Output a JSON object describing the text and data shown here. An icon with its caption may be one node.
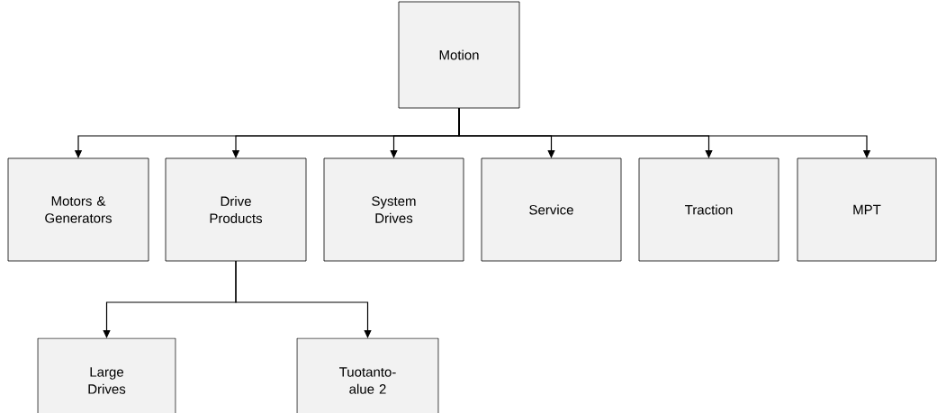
{
  "diagram": {
    "nodes": [
      {
        "text": [
          "Motion"
        ]
      },
      {
        "text": [
          "Motors & Generators"
        ]
      },
      {
        "text": [
          "Drive Products"
        ]
      },
      {
        "text": [
          "System Drives"
        ]
      },
      {
        "text": [
          "Service"
        ]
      },
      {
        "text": [
          "Traction"
        ]
      },
      {
        "text": [
          "MPT"
        ]
      },
      {
        "text": [
          "Large Drives"
        ]
      },
      {
        "text": [
          "Tuotanto-alue 2"
        ]
      }
    ],
    "edges": [
      {
        "from": 0,
        "to": 1,
        "arrow": "to"
      },
      {
        "from": 0,
        "to": 2,
        "arrow": "to"
      },
      {
        "from": 0,
        "to": 3,
        "arrow": "to"
      },
      {
        "from": 0,
        "to": 4,
        "arrow": "to"
      },
      {
        "from": 0,
        "to": 5,
        "arrow": "to"
      },
      {
        "from": 0,
        "to": 6,
        "arrow": "to"
      },
      {
        "from": 2,
        "to": 7,
        "arrow": "to"
      },
      {
        "from": 2,
        "to": 8,
        "arrow": "to"
      }
    ]
  }
}
